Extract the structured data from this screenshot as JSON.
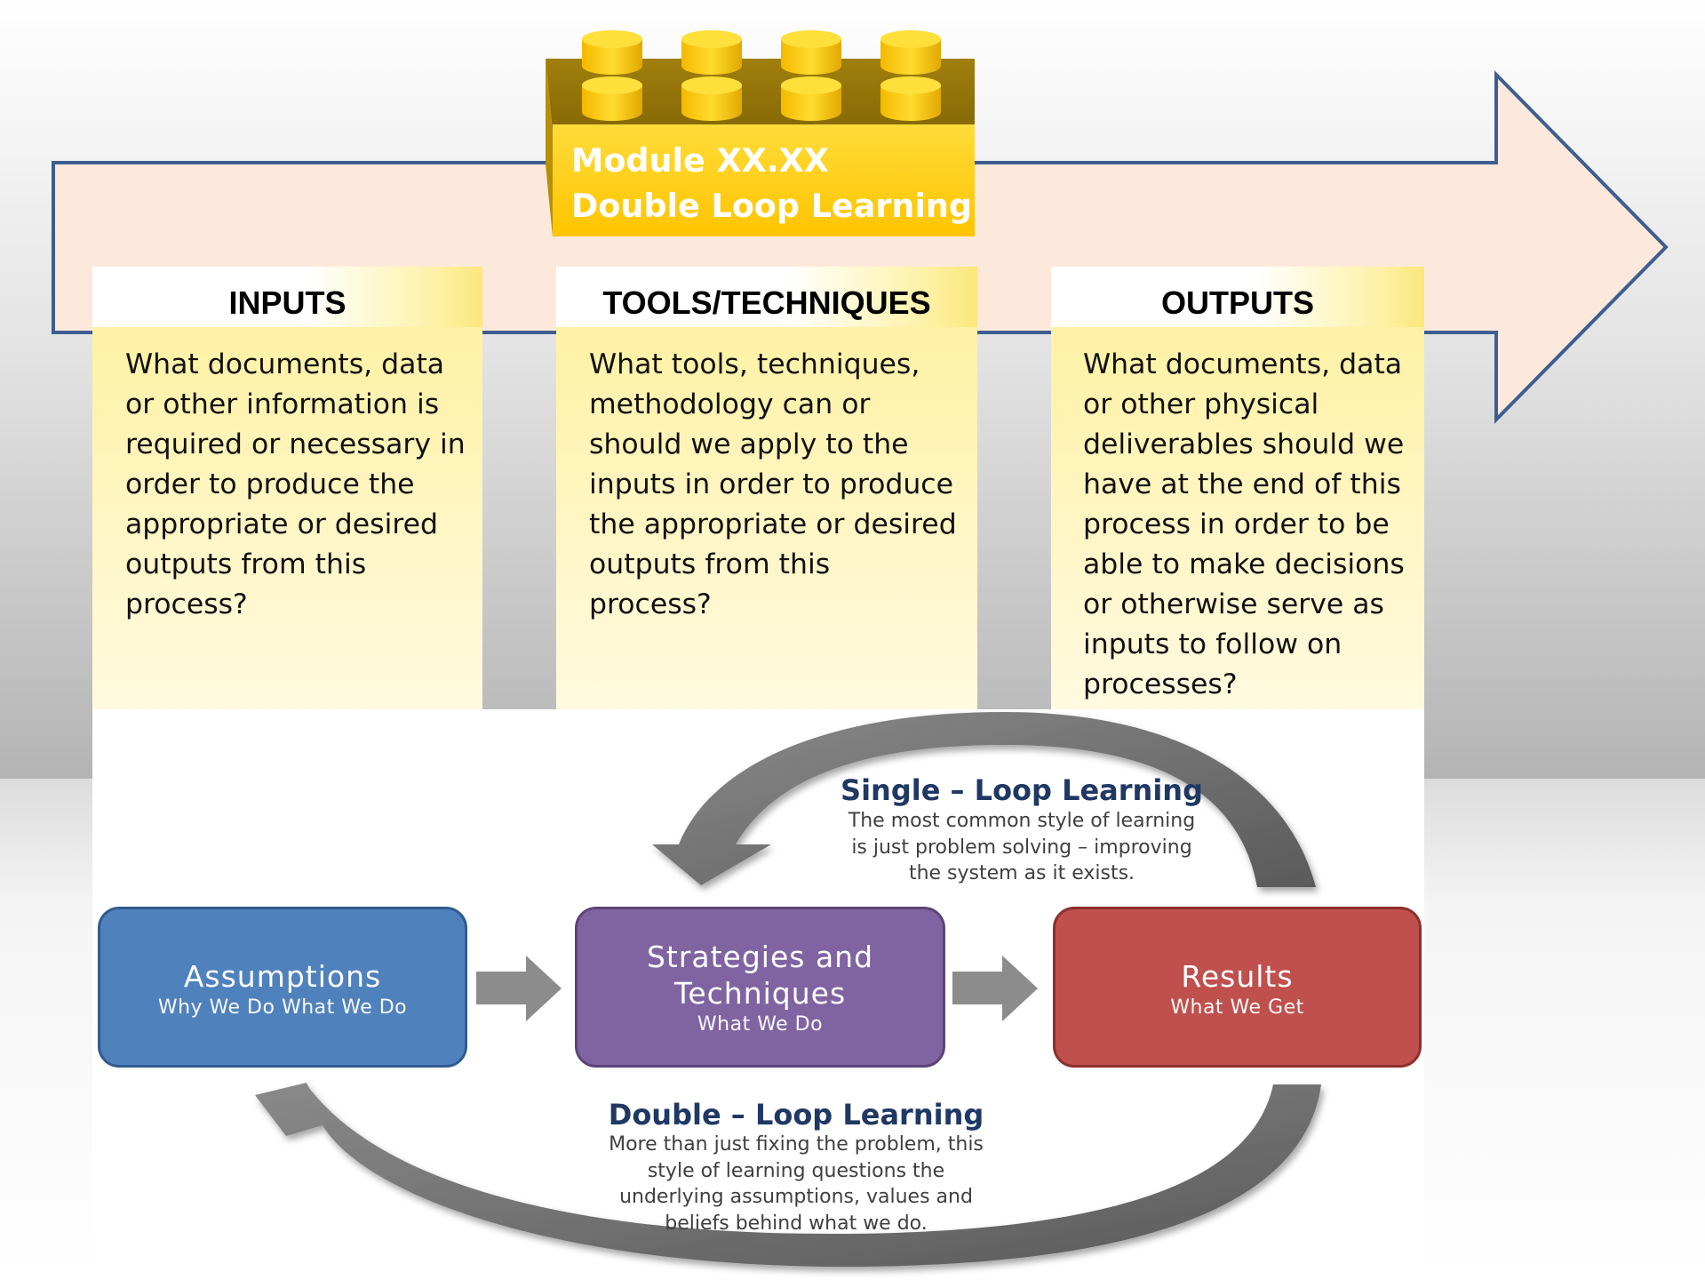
{
  "module": {
    "label": "Module XX.XX\nDouble Loop Learning",
    "color": "#ffd21f"
  },
  "columns": [
    {
      "title": "INPUTS",
      "text": "What documents, data\nor other information is\nrequired or necessary in\norder to produce the\nappropriate or desired\noutputs from this\nprocess?"
    },
    {
      "title": "TOOLS/TECHNIQUES",
      "text": "What tools, techniques,\nmethodology can or\nshould we apply to the\ninputs in order to produce\nthe appropriate or desired\noutputs from this\nprocess?"
    },
    {
      "title": "OUTPUTS",
      "text": "What documents, data\nor other physical\ndeliverables should we\nhave at the end of this\nprocess in order to be\nable to make decisions\nor otherwise serve as\ninputs to follow on\nprocesses?"
    }
  ],
  "loop": {
    "single_title": "Single – Loop Learning",
    "single_desc": "The most common style of learning\nis just problem solving – improving\nthe system as it exists.",
    "double_title": "Double – Loop Learning",
    "double_desc": "More than just fixing the problem, this\nstyle of learning questions the\nunderlying assumptions, values and\nbeliefs behind what we do.",
    "boxes": [
      {
        "title": "Assumptions",
        "subtitle": "Why We Do What We Do",
        "color": "#4f81bd"
      },
      {
        "title": "Strategies and\nTechniques",
        "subtitle": "What We Do",
        "color": "#8064a2"
      },
      {
        "title": "Results",
        "subtitle": "What We Get",
        "color": "#c0504d"
      }
    ]
  },
  "colors": {
    "arrow_fill": "#fde9dc",
    "arrow_stroke": "#3d5e90",
    "loop_arrow": "#727272",
    "connector_arrow": "#8c8c8c",
    "heading_text": "#1f3864"
  }
}
